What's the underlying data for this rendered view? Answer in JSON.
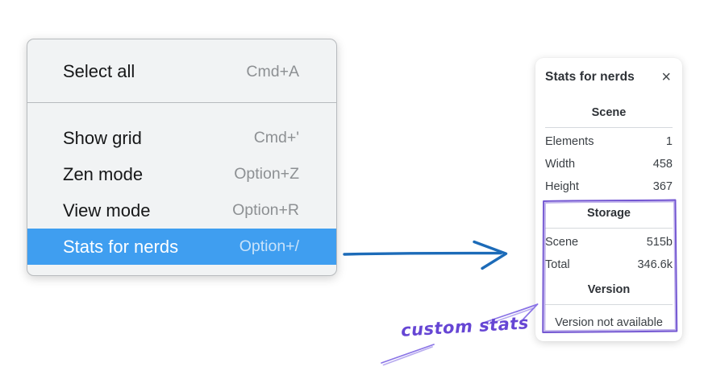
{
  "menu": {
    "sections": [
      {
        "items": [
          {
            "label": "Select all",
            "shortcut": "Cmd+A",
            "highlighted": false
          }
        ]
      },
      {
        "items": [
          {
            "label": "Show grid",
            "shortcut": "Cmd+'",
            "highlighted": false
          },
          {
            "label": "Zen mode",
            "shortcut": "Option+Z",
            "highlighted": false
          },
          {
            "label": "View mode",
            "shortcut": "Option+R",
            "highlighted": false
          },
          {
            "label": "Stats for nerds",
            "shortcut": "Option+/",
            "highlighted": true
          }
        ]
      }
    ]
  },
  "stats_panel": {
    "title": "Stats for nerds",
    "close_icon": "×",
    "sections": [
      {
        "header": "Scene",
        "rows": [
          {
            "label": "Elements",
            "value": "1"
          },
          {
            "label": "Width",
            "value": "458"
          },
          {
            "label": "Height",
            "value": "367"
          }
        ]
      },
      {
        "header": "Storage",
        "rows": [
          {
            "label": "Scene",
            "value": "515b"
          },
          {
            "label": "Total",
            "value": "346.6k"
          }
        ]
      },
      {
        "header": "Version",
        "note": "Version not available"
      }
    ]
  },
  "annotation": {
    "label": "custom stats"
  },
  "colors": {
    "highlight-blue": "#3f9ef0",
    "arrow-blue": "#1c6bb8",
    "purple-box": "#7356d2",
    "purple-line": "#8a74e6",
    "purple-text": "#6646d4",
    "menu-border": "#b7babd"
  }
}
